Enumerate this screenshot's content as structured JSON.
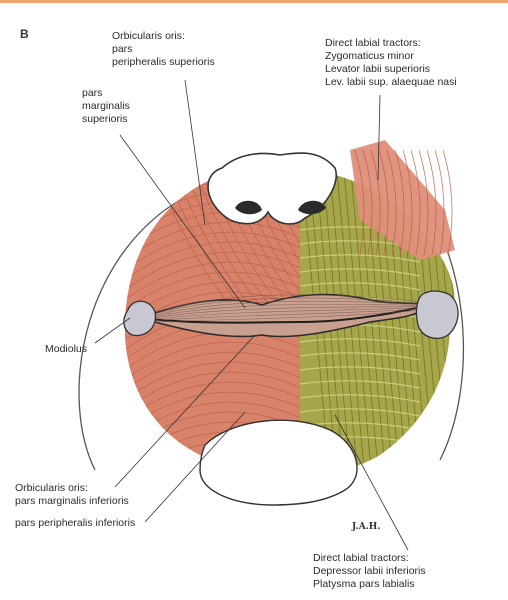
{
  "figure": {
    "panel_letter": "B",
    "signature": "J.A.H.",
    "colors": {
      "background": "#ffffff",
      "top_rule": "#f2a56b",
      "muscle_red": "#d8826a",
      "muscle_fiber": "#b85a44",
      "muscle_olive": "#a7a64a",
      "olive_fiber": "#6d6d26",
      "modiolus": "#c8c8d2",
      "outline": "#333333"
    }
  },
  "labels": {
    "orbicularis_superior": "Orbicularis oris:\npars\nperipheralis superioris",
    "marginalis_superior": "pars\nmarginalis\nsuperioris",
    "direct_labial_upper": "Direct labial tractors:\nZygomaticus minor\nLevator labii superioris\nLev. labii sup. alaequae nasi",
    "modiolus": "Modiolus",
    "orbicularis_inferior": "Orbicularis oris:\npars marginalis inferioris",
    "peripheralis_inferior": "pars peripheralis inferioris",
    "direct_labial_lower": "Direct labial tractors:\nDepressor labii inferioris\nPlatysma pars labialis"
  }
}
